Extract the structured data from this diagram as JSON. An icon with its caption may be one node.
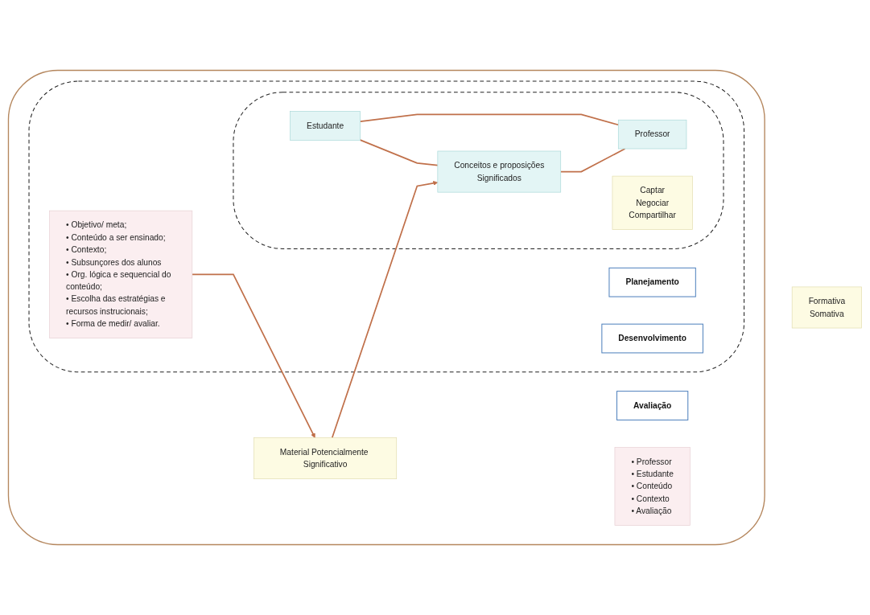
{
  "diagram": {
    "nodes": [
      {
        "text": [],
        "shape": "ellipse"
      },
      {
        "text": [
          "Avaliação"
        ],
        "in": 0
      },
      {
        "text": [
          "• Professor",
          "• Estudante",
          "• Conteúdo",
          "• Contexto",
          "• Avaliação"
        ],
        "in": 0
      },
      {
        "text": [
          "Formativa",
          "Somativa"
        ]
      },
      {
        "text": [],
        "shape": "ellipse",
        "in": 0
      },
      {
        "text": [
          "Planejamento"
        ],
        "in": 4
      },
      {
        "text": [
          "• Objetivo/ meta;",
          "• Conteúdo a ser ensinado;",
          "• Contexto;",
          "• Subsunçores dos alunos",
          "• Org. lógica e sequencial do conteúdo;",
          "• Escolha das estratégias e recursos instrucionais;",
          "• Forma de medir/ avaliar."
        ],
        "in": 4
      },
      {
        "text": [],
        "shape": "ellipse",
        "in": 4
      },
      {
        "text": [
          "Desenvolvimento"
        ],
        "in": 4
      },
      {
        "text": [
          "Estudante"
        ],
        "in": 7
      },
      {
        "text": [
          "Captar",
          "Negociar",
          "Compartilhar"
        ],
        "in": 7
      },
      {
        "text": [
          "Conceitos e proposições",
          "Significados"
        ],
        "in": 7
      },
      {
        "text": [
          "Professor"
        ],
        "in": 7
      },
      {
        "text": [
          "Material Potencialmente Significativo"
        ],
        "in": 0
      }
    ],
    "edges": [
      {
        "from": 6,
        "to": 13,
        "arrow": "to"
      },
      {
        "from": 13,
        "to": 11,
        "arrow": "to"
      },
      {
        "from": 9,
        "to": 11,
        "arrow": "none"
      },
      {
        "from": 9,
        "to": 12,
        "arrow": "none"
      },
      {
        "from": 11,
        "to": 12,
        "arrow": "none"
      }
    ]
  }
}
